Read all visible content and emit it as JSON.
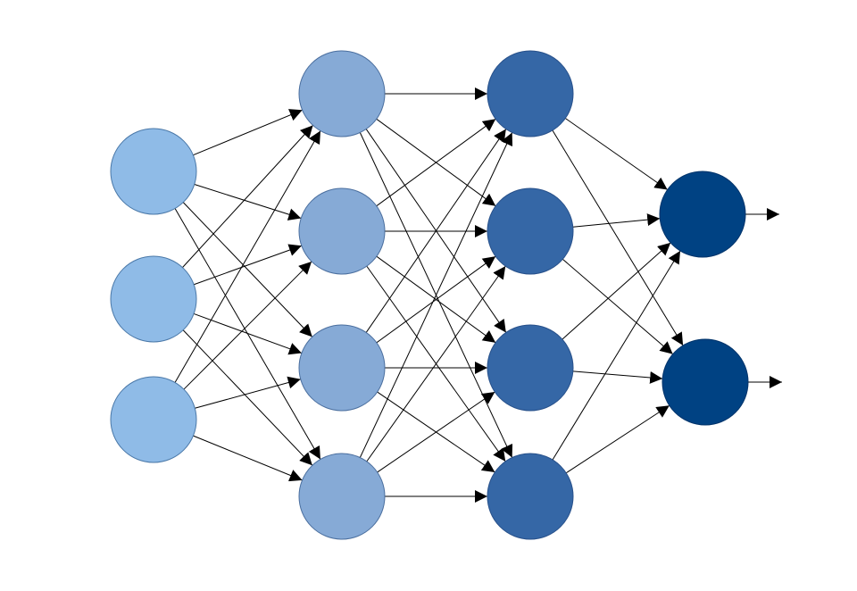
{
  "diagram": {
    "type": "neural-network",
    "layers": [
      {
        "name": "input",
        "nodes": 3,
        "fill": "#8FBBE7",
        "stroke": "#4A78A8"
      },
      {
        "name": "hidden-1",
        "nodes": 4,
        "fill": "#86AAD6",
        "stroke": "#4A6E9E"
      },
      {
        "name": "hidden-2",
        "nodes": 4,
        "fill": "#3567A6",
        "stroke": "#27508A"
      },
      {
        "name": "output",
        "nodes": 2,
        "fill": "#004283",
        "stroke": "#00336A"
      }
    ],
    "connectivity": "fully-connected",
    "output_arrows": true,
    "edge_color": "#000000"
  }
}
